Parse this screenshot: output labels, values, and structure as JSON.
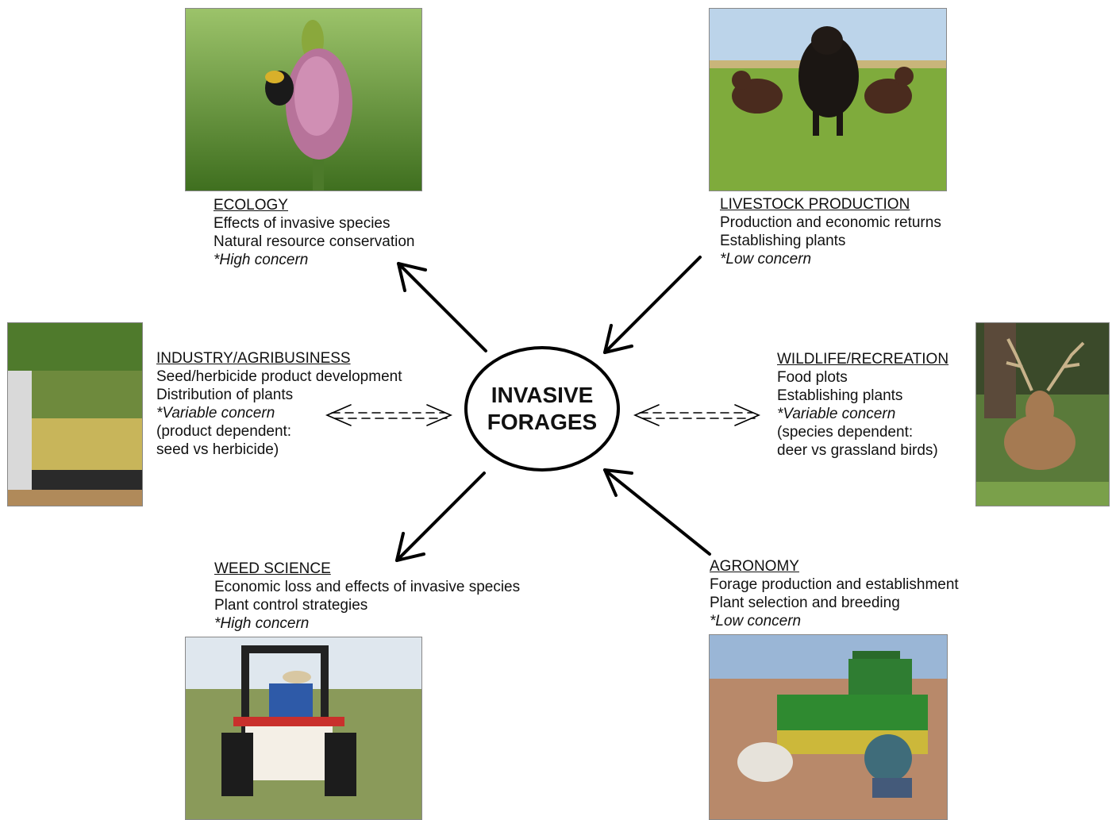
{
  "center": {
    "line1": "INVASIVE",
    "line2": "FORAGES"
  },
  "ecology": {
    "heading": "ECOLOGY",
    "lines": [
      "Effects of invasive species",
      "Natural resource conservation"
    ],
    "concern": "*High concern"
  },
  "livestock": {
    "heading": "LIVESTOCK PRODUCTION",
    "lines": [
      "Production and economic returns",
      "Establishing plants"
    ],
    "concern": "*Low concern"
  },
  "industry": {
    "heading": "INDUSTRY/AGRIBUSINESS",
    "lines": [
      "Seed/herbicide product development",
      "Distribution of plants"
    ],
    "concern": "*Variable concern",
    "notes": [
      "(product dependent:",
      "seed vs herbicide)"
    ]
  },
  "wildlife": {
    "heading": "WILDLIFE/RECREATION",
    "lines": [
      "Food plots",
      "Establishing plants"
    ],
    "concern": "*Variable concern",
    "notes": [
      "(species dependent:",
      "deer vs grassland birds)"
    ]
  },
  "weed": {
    "heading": "WEED SCIENCE",
    "lines": [
      "Economic loss and effects of invasive species",
      "Plant control strategies"
    ],
    "concern": "*High concern"
  },
  "agronomy": {
    "heading": "AGRONOMY",
    "lines": [
      "Forage production and establishment",
      "Plant selection and breeding"
    ],
    "concern": "*Low concern"
  }
}
